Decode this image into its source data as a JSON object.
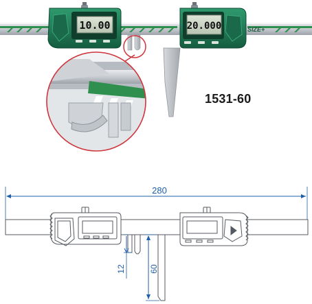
{
  "product": {
    "model_number": "1531-60",
    "brand_mark": "SIZE+"
  },
  "photo": {
    "left_display_reading": "10.00",
    "right_display_reading": "20.000",
    "housing_color": "#1e7a58",
    "beam_color": "#c9ccd1",
    "accent_color": "#2f8f4e"
  },
  "drawing": {
    "overall_length_label": "280",
    "jaw_depth_label": "60",
    "small_jaw_label": "12",
    "dimension_color": "#1f5fa8"
  }
}
